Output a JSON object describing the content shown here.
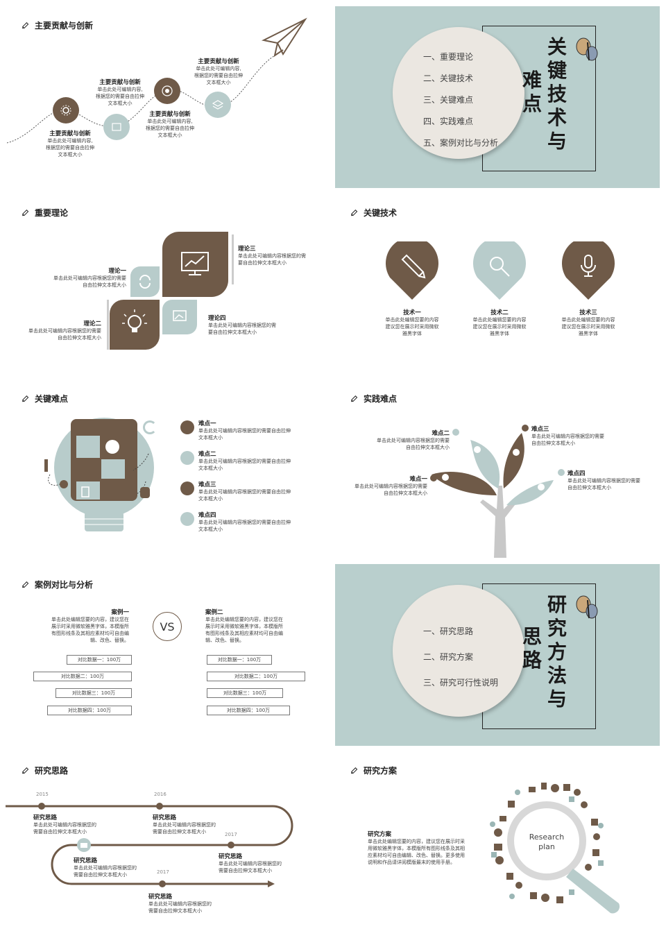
{
  "pen_icon": "pen-icon",
  "slide1": {
    "title": "主要贡献与创新",
    "points": [
      {
        "label": "主要贡献与创新",
        "desc": [
          "单击此处可编辑内容,",
          "根据您的需要自由拉伸",
          "文本框大小"
        ]
      },
      {
        "label": "主要贡献与创新",
        "desc": [
          "单击此处可编辑内容,",
          "根据您的需要自由拉伸",
          "文本框大小"
        ]
      },
      {
        "label": "主要贡献与创新",
        "desc": [
          "单击此处可编辑内容,",
          "根据您的需要自由拉伸",
          "文本框大小"
        ]
      },
      {
        "label": "主要贡献与创新",
        "desc": [
          "单击此处可编辑内容,",
          "根据您的需要自由拉伸",
          "文本框大小"
        ]
      }
    ]
  },
  "slide2": {
    "menu": [
      "一、重要理论",
      "二、关键技术",
      "三、关键难点",
      "四、实践难点",
      "五、案例对比与分析"
    ],
    "calli_col1": "关键技术与",
    "calli_col2": "难点"
  },
  "slide3": {
    "title": "重要理论",
    "items": [
      {
        "label": "理论一",
        "desc": [
          "单击此处可编辑内容根据您的需要",
          "自由拉伸文本框大小"
        ]
      },
      {
        "label": "理论二",
        "desc": [
          "单击此处可编辑内容根据您的需要",
          "自由拉伸文本框大小"
        ]
      },
      {
        "label": "理论三",
        "desc": [
          "单击此处可编辑内容根据您的需",
          "要自由拉伸文本框大小"
        ]
      },
      {
        "label": "理论四",
        "desc": [
          "单击此处可编辑内容根据您的需",
          "要自由拉伸文本框大小"
        ]
      }
    ]
  },
  "slide4": {
    "title": "关键技术",
    "items": [
      {
        "label": "技术一",
        "desc": [
          "单击此处编辑您要的内容",
          "建议您在展示时采用微软",
          "雅黑字体"
        ]
      },
      {
        "label": "技术二",
        "desc": [
          "单击此处编辑您要的内容",
          "建议您在展示时采用微软",
          "雅黑字体"
        ]
      },
      {
        "label": "技术三",
        "desc": [
          "单击此处编辑您要的内容",
          "建议您在展示时采用微软",
          "雅黑字体"
        ]
      }
    ]
  },
  "slide5": {
    "title": "关键难点",
    "items": [
      {
        "label": "难点一",
        "desc": [
          "单击此处可编辑内容根据您的需要自由拉伸",
          "文本框大小"
        ]
      },
      {
        "label": "难点二",
        "desc": [
          "单击此处可编辑内容根据您的需要自由拉伸",
          "文本框大小"
        ]
      },
      {
        "label": "难点三",
        "desc": [
          "单击此处可编辑内容根据您的需要自由拉伸",
          "文本框大小"
        ]
      },
      {
        "label": "难点四",
        "desc": [
          "单击此处可编辑内容根据您的需要自由拉伸",
          "文本框大小"
        ]
      }
    ]
  },
  "slide6": {
    "title": "实践难点",
    "items": [
      {
        "label": "难点一",
        "desc": [
          "单击此处可编辑内容根据您的需要",
          "自由拉伸文本框大小"
        ]
      },
      {
        "label": "难点二",
        "desc": [
          "单击此处可编辑内容根据您的需要",
          "自由拉伸文本框大小"
        ]
      },
      {
        "label": "难点三",
        "desc": [
          "单击此处可编辑内容根据您的需要",
          "自由拉伸文本框大小"
        ]
      },
      {
        "label": "难点四",
        "desc": [
          "单击此处可编辑内容根据您的需要",
          "自由拉伸文本框大小"
        ]
      }
    ]
  },
  "slide7": {
    "title": "案例对比与分析",
    "vs": "VS",
    "case1": {
      "label": "案例一",
      "desc": [
        "单击此处编辑您要的内容，建议您在",
        "展示时采用微软雅黑字体，本模版所",
        "有图形线条及其相应素材均可自由编",
        "辑、改色、替换。"
      ]
    },
    "case2": {
      "label": "案例二",
      "desc": [
        "单击此处编辑您要的内容，建议您在",
        "展示时采用微软雅黑字体，本模版所",
        "有图形线条及其相应素材均可自由编",
        "辑、改色、替换。"
      ]
    },
    "left_data": [
      "对比数据一：100万",
      "对比数据二：100万",
      "对比数据三：100万",
      "对比数据四：100万"
    ],
    "right_data": [
      "对比数据一：100万",
      "对比数据二：100万",
      "对比数据三：100万",
      "对比数据四：100万"
    ]
  },
  "slide8": {
    "menu": [
      "一、研究思路",
      "二、研究方案",
      "三、研究可行性说明"
    ],
    "calli_col1": "研究方法与",
    "calli_col2": "思路"
  },
  "slide9": {
    "title": "研究思路",
    "years": [
      "2015",
      "2016",
      "2017",
      "2017"
    ],
    "items": [
      {
        "label": "研究思路",
        "desc": [
          "单击此处可编辑内容根据您的",
          "需要自由拉伸文本框大小"
        ]
      },
      {
        "label": "研究思路",
        "desc": [
          "单击此处可编辑内容根据您的",
          "需要自由拉伸文本框大小"
        ]
      },
      {
        "label": "研究思路",
        "desc": [
          "单击此处可编辑内容根据您的",
          "需要自由拉伸文本框大小"
        ]
      },
      {
        "label": "研究思路",
        "desc": [
          "单击此处可编辑内容根据您的",
          "需要自由拉伸文本框大小"
        ]
      },
      {
        "label": "研究思路",
        "desc": [
          "单击此处可编辑内容根据您的",
          "需要自由拉伸文本框大小"
        ]
      }
    ]
  },
  "slide10": {
    "title": "研究方案",
    "label": "研究方案",
    "desc": [
      "单击此处编辑您要的内容，建议您在展示时采",
      "用微软雅黑字体，本模版所有图形线条及其相",
      "应素材均可自由编辑、改色、替换。更多使用",
      "说明和作品请详阅模版最末的使用手册。"
    ],
    "magnifier_text": [
      "Research",
      "plan"
    ]
  }
}
